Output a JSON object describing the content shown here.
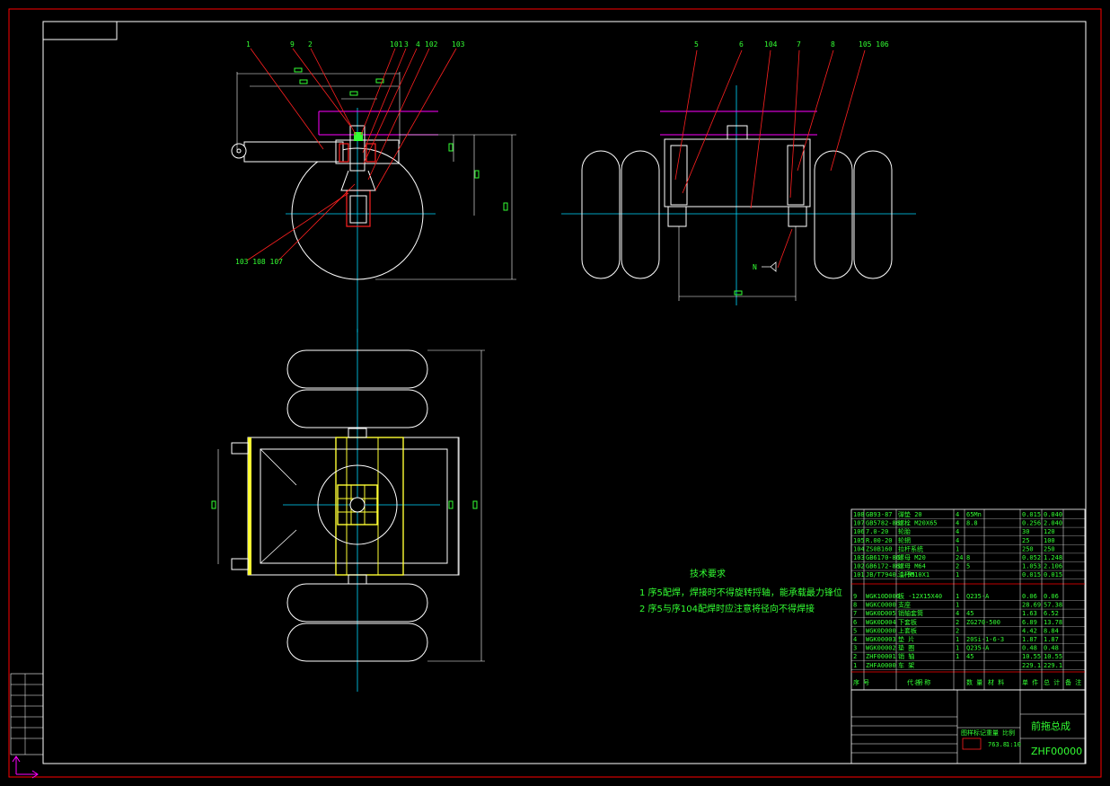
{
  "callouts_front": [
    "1",
    "9",
    "2",
    "101",
    "3",
    "4",
    "102",
    "103"
  ],
  "callouts_front_bottom": "103  108  107",
  "callouts_side": [
    "5",
    "6",
    "104",
    "7",
    "8",
    "105  106"
  ],
  "side_marker_label": "N",
  "notes": {
    "heading": "技术要求",
    "line1": "1 序5配焊，焊接时不得旋转捋轴，能承载最力锋位",
    "line2": "2 序5与序104配焊时应注意将径向不得焊接"
  },
  "bom_upper": [
    {
      "no": "108",
      "code": "GB93-87",
      "name": "弹垫 20",
      "qty": "4",
      "mat": "65Mn",
      "w1": "0.015",
      "w2": "0.040"
    },
    {
      "no": "107",
      "code": "GB5782-86",
      "name": "螺栓 M20X65",
      "qty": "4",
      "mat": "8.8",
      "w1": "0.256",
      "w2": "2.040"
    },
    {
      "no": "106",
      "code": "7.0-20",
      "name": "轮胎",
      "qty": "4",
      "mat": "",
      "w1": "30",
      "w2": "120"
    },
    {
      "no": "105",
      "code": "R.00-20",
      "name": "轮辋",
      "qty": "4",
      "mat": "",
      "w1": "25",
      "w2": "100"
    },
    {
      "no": "104",
      "code": "ZS0B160",
      "name": "拉杆系统",
      "qty": "1",
      "mat": "",
      "w1": "250",
      "w2": "250"
    },
    {
      "no": "103",
      "code": "GB6170-86",
      "name": "螺母 M20",
      "qty": "24",
      "mat": "8",
      "w1": "0.052",
      "w2": "1.248"
    },
    {
      "no": "102",
      "code": "GB6172-86",
      "name": "螺母 M64",
      "qty": "2",
      "mat": "5",
      "w1": "1.053",
      "w2": "2.106"
    },
    {
      "no": "101",
      "code": "JB/T7940.1-95",
      "name": "油杯M10X1",
      "qty": "1",
      "mat": "",
      "w1": "0.015",
      "w2": "0.015"
    }
  ],
  "bom_lower": [
    {
      "no": "9",
      "code": "WGK10D006",
      "name": "板 -12X15X40",
      "qty": "1",
      "mat": "Q235-A",
      "w1": "0.06",
      "w2": "0.06"
    },
    {
      "no": "8",
      "code": "WGKC0000",
      "name": "支座",
      "qty": "1",
      "mat": "",
      "w1": "28.69",
      "w2": "57.38"
    },
    {
      "no": "7",
      "code": "WGK0D005",
      "name": "销轴套筒",
      "qty": "4",
      "mat": "45",
      "w1": "1.63",
      "w2": "6.52"
    },
    {
      "no": "6",
      "code": "WGK0D004",
      "name": "下套板",
      "qty": "2",
      "mat": "ZG270-500",
      "w1": "6.89",
      "w2": "13.78"
    },
    {
      "no": "5",
      "code": "WGK0D000",
      "name": "上套板",
      "qty": "2",
      "mat": "",
      "w1": "4.42",
      "w2": "8.84"
    },
    {
      "no": "4",
      "code": "WGK00003",
      "name": "垫 片",
      "qty": "1",
      "mat": "20Si-1-6-3",
      "w1": "1.87",
      "w2": "1.87"
    },
    {
      "no": "3",
      "code": "WGK00002",
      "name": "垫 圈",
      "qty": "1",
      "mat": "Q235-A",
      "w1": "0.48",
      "w2": "0.48"
    },
    {
      "no": "2",
      "code": "ZHF00001",
      "name": "销 轴",
      "qty": "1",
      "mat": "45",
      "w1": "10.55",
      "w2": "10.55"
    },
    {
      "no": "1",
      "code": "ZHFA0000",
      "name": "车 架",
      "qty": "",
      "mat": "",
      "w1": "229.1",
      "w2": "229.1"
    }
  ],
  "bom_header": [
    "序 号",
    "代 号",
    "名 称",
    "数 量",
    "材 料",
    "单 件",
    "总 计",
    "备 注"
  ],
  "title_block": {
    "title": "前拖总成",
    "drawing_no": "ZHF00000",
    "scale": "1:10",
    "weight": "763.8",
    "stage_labels": [
      "图样标记",
      "重量",
      "比例"
    ]
  },
  "colors": {
    "background": "#000000",
    "frame": "#ff0000",
    "outline": "#ffffff",
    "leader": "#ff2020",
    "text": "#33ff33",
    "centerline": "#00d8ff",
    "hidden": "#ff00ff",
    "yellow": "#ffff33"
  }
}
